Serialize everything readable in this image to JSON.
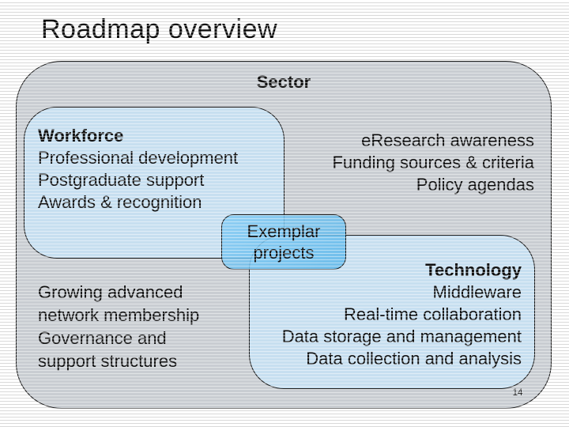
{
  "slide": {
    "title": "Roadmap overview",
    "page_number": "14"
  },
  "sector": {
    "label": "Sector"
  },
  "boxes": {
    "workforce": {
      "heading": "Workforce",
      "items": [
        "Professional development",
        "Postgraduate support",
        "Awards & recognition"
      ]
    },
    "eresearch": {
      "items": [
        "eResearch awareness",
        "Funding sources & criteria",
        "Policy agendas"
      ]
    },
    "exemplar": {
      "lines": [
        "Exemplar",
        "projects"
      ]
    },
    "technology": {
      "heading": "Technology",
      "items": [
        "Middleware",
        "Real-time collaboration",
        "Data storage and management",
        "Data collection and analysis"
      ]
    },
    "network": {
      "items": [
        "Growing advanced",
        "network membership",
        "Governance and",
        "support structures"
      ]
    }
  },
  "colors": {
    "panel_gray": "#c9cdd2",
    "box_light_blue": "#c7dff0",
    "highlight_blue": "#6ec1ee",
    "border": "#1a1a1a",
    "text": "#111111"
  }
}
